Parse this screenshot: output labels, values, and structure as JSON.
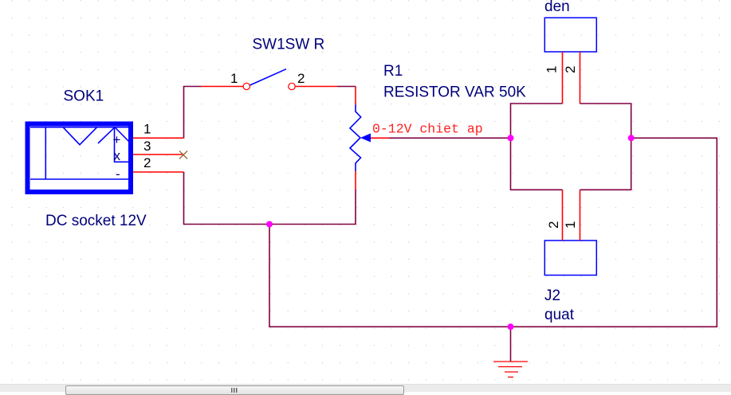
{
  "schematic": {
    "components": {
      "socket": {
        "ref": "SOK1",
        "value": "DC socket 12V",
        "symbols": {
          "plus": "+",
          "x": "x",
          "minus": "-"
        },
        "pins": [
          "1",
          "3",
          "2"
        ]
      },
      "switch": {
        "ref": "SW1SW R",
        "pins": [
          "1",
          "2"
        ]
      },
      "resistor": {
        "ref": "R1",
        "value": "RESISTOR VAR 50K"
      },
      "conn_top": {
        "value": "den",
        "pins": [
          "1",
          "2"
        ]
      },
      "conn_bottom": {
        "ref": "J2",
        "value": "quat",
        "pins": [
          "2",
          "1"
        ]
      }
    },
    "net_label": "0-12V chiet ap",
    "colors": {
      "wire": "#800040",
      "pin": "#ff0000",
      "component": "#0000ff",
      "junction": "#ff00ff",
      "label": "#00007a",
      "net_label": "#ff2020"
    }
  },
  "scrollbar": {
    "grip_icon": "grip-lines-icon"
  }
}
